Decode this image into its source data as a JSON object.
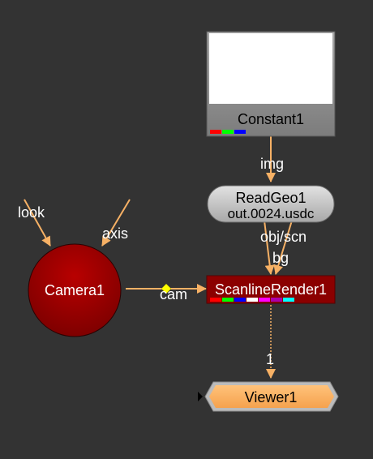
{
  "colors": {
    "background": "#333333",
    "edge": "#f7b165",
    "camera_fill": "#a50000",
    "scanline_fill": "#8b0000",
    "viewer_fill": "#ffb366",
    "constant_preview": "#ffffff",
    "input_marker": "#ffff00"
  },
  "nodes": {
    "constant": {
      "title": "Constant1",
      "channels": [
        "#ff0000",
        "#00ff00",
        "#0000ff"
      ]
    },
    "readgeo": {
      "title": "ReadGeo1",
      "subtitle": "out.0024.usdc"
    },
    "camera": {
      "title": "Camera1"
    },
    "scanline": {
      "title": "ScanlineRender1",
      "channels": [
        "#ff0000",
        "#00ff00",
        "#0000ff",
        "#ffffff",
        "#ff00ff",
        "#aa00aa",
        "#00ffff"
      ]
    },
    "viewer": {
      "title": "Viewer1"
    }
  },
  "edges": {
    "img": "img",
    "obj_scn": "obj/scn",
    "bg": "bg",
    "cam": "cam",
    "look": "look",
    "axis": "axis",
    "viewer_input": "1"
  }
}
